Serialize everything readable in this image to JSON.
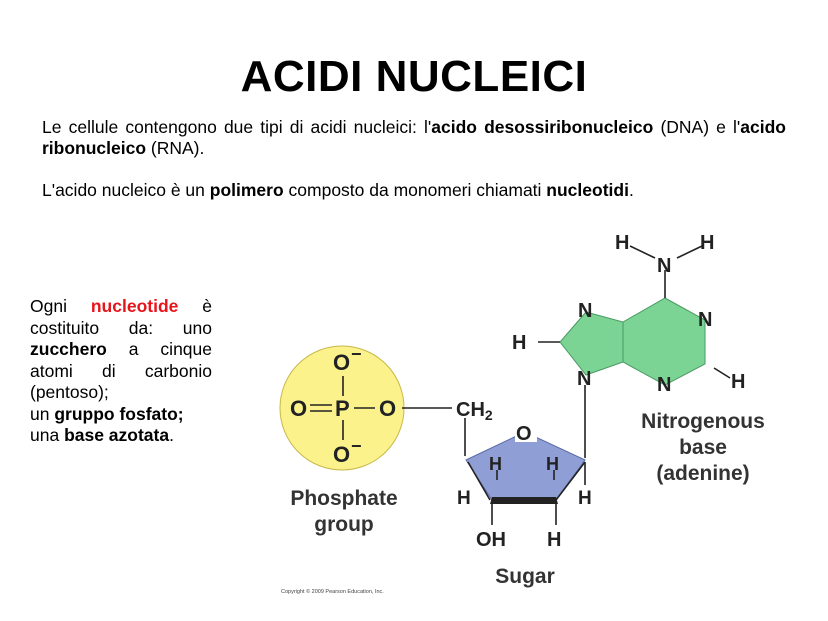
{
  "title": "ACIDI NUCLEICI",
  "intro": {
    "p1_a": "Le cellule contengono due tipi di acidi nucleici: l'",
    "p1_b": "acido desossiribonucleico",
    "p1_c": " (DNA) e l'",
    "p1_d": "acido ribonucleico",
    "p1_e": " (RNA).",
    "p2_a": "L'acido nucleico è un ",
    "p2_b": "polimero",
    "p2_c": " composto da monomeri chiamati ",
    "p2_d": "nucleotidi",
    "p2_e": "."
  },
  "side": {
    "s1": "Ogni ",
    "s2": "nucleotide",
    "s3": " è costituito da: uno ",
    "s4": "zucchero",
    "s5": " a cinque atomi di carbonio (pentoso);",
    "s6": " un ",
    "s7": "gruppo fosfato;",
    "s8": "una ",
    "s9": "base azotata",
    "s10": "."
  },
  "diagram": {
    "phosphate": {
      "o_top": "O",
      "o_bottom": "O",
      "charge": "−",
      "p": "P",
      "o_left": "O",
      "o_right": "O",
      "label_line1": "Phosphate",
      "label_line2": "group"
    },
    "sugar": {
      "ch2": "CH",
      "ch2_sub": "2",
      "ring_o": "O",
      "h": "H",
      "oh": "OH",
      "label": "Sugar"
    },
    "base": {
      "n": "N",
      "h": "H",
      "label_line1": "Nitrogenous",
      "label_line2": "base",
      "label_line3": "(adenine)"
    }
  },
  "copyright": "Copyright © 2009 Pearson Education, Inc.",
  "colors": {
    "phosphate_fill": "#fbf28c",
    "sugar_fill": "#8f9fd6",
    "base_fill": "#7bd494",
    "highlight": "#e8141b"
  }
}
